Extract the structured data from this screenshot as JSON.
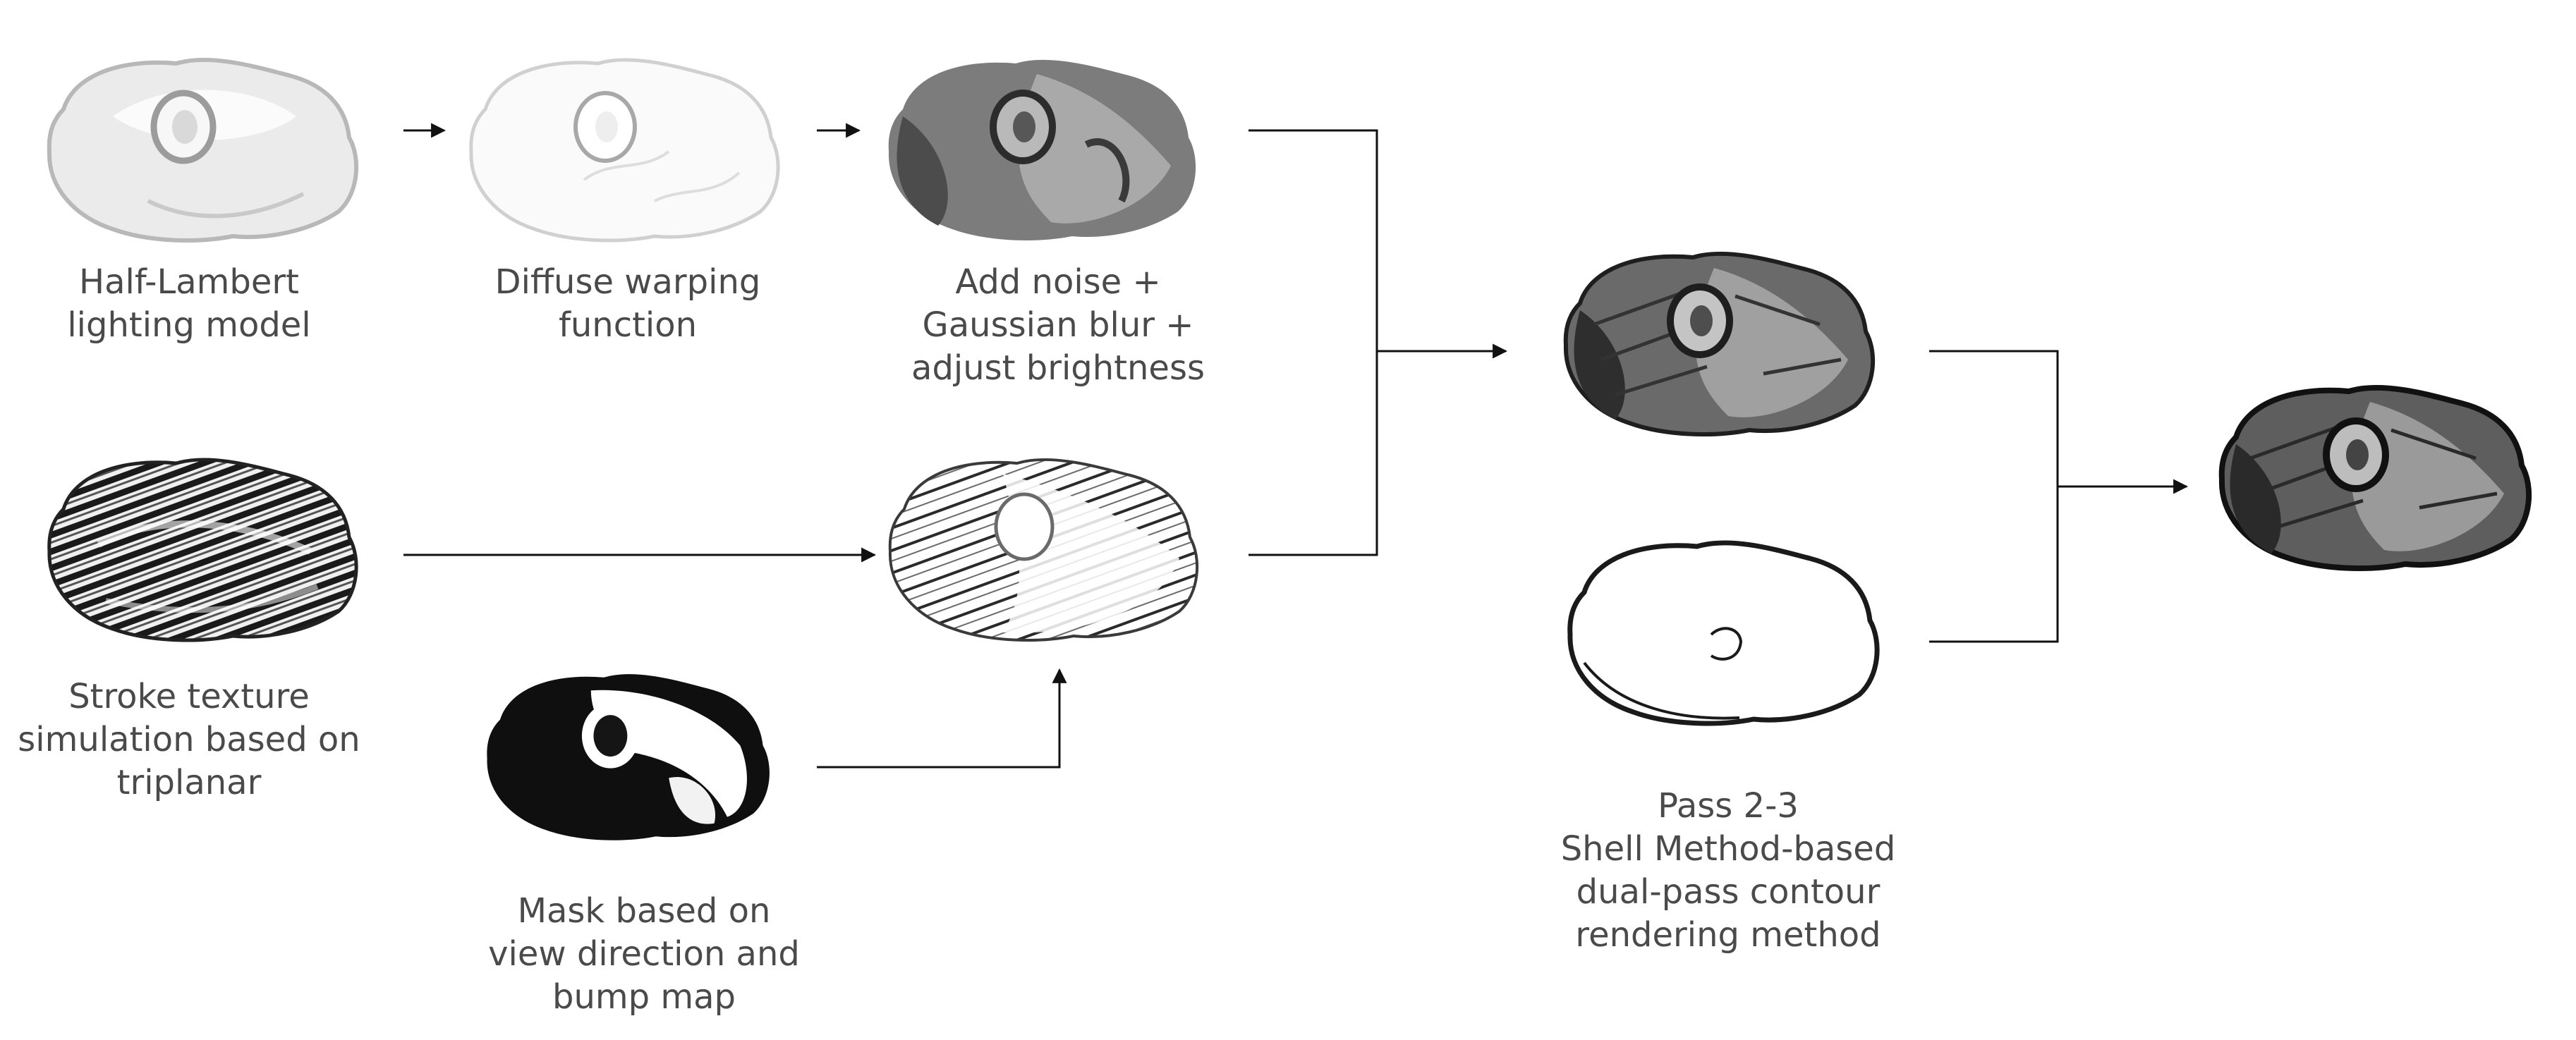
{
  "nodes": [
    {
      "id": "half-lambert",
      "label": "Half-Lambert\nlighting model"
    },
    {
      "id": "diffuse-warp",
      "label": "Diffuse warping\nfunction"
    },
    {
      "id": "noise-blur",
      "label": "Add noise +\nGaussian blur +\nadjust brightness"
    },
    {
      "id": "stroke-texture",
      "label": "Stroke texture\nsimulation based on\ntriplanar"
    },
    {
      "id": "mask",
      "label": "Mask based on\nview direction and\nbump map"
    },
    {
      "id": "contour",
      "label": "Pass 2-3\nShell Method-based\ndual-pass contour\nrendering method"
    }
  ],
  "image_styles": {
    "half-lambert": "white-shaded",
    "diffuse-warp": "white-outline",
    "noise-blur": "gray-dark",
    "stroke-texture": "stroke-hatched",
    "stroke-masked": "sparse-strokes",
    "mask": "black-mask",
    "combined": "gray-textured",
    "contour": "contour-only",
    "final": "gray-textured-final"
  },
  "colors": {
    "line": "#111111",
    "text": "#4a4a4a",
    "rock_dark": "#3a3a3a",
    "rock_mid": "#8c8c8c",
    "rock_light": "#d8d8d8"
  }
}
